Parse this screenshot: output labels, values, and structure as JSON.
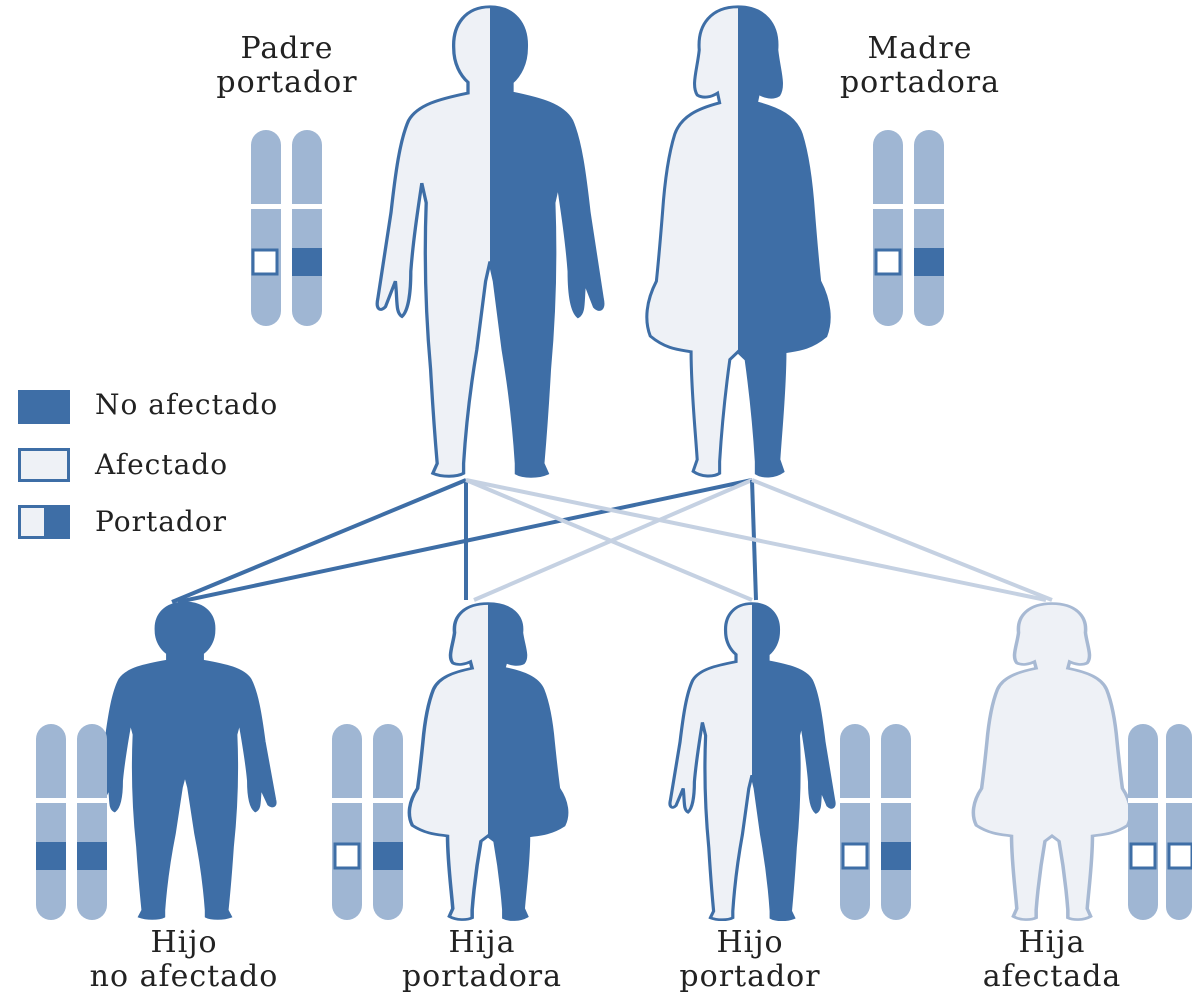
{
  "colors": {
    "unaffected": "#3e6ea6",
    "affected_fill": "#eef1f6",
    "outline": "#3e6ea6",
    "chromosome": "#9fb6d3",
    "line_dark": "#3e6ea6",
    "line_light": "#c5d1e2"
  },
  "parents": {
    "father": {
      "label": [
        "Padre",
        "portador"
      ],
      "status": "carrier"
    },
    "mother": {
      "label": [
        "Madre",
        "portadora"
      ],
      "status": "carrier"
    }
  },
  "legend": [
    {
      "key": "unaffected",
      "label": "No afectado"
    },
    {
      "key": "affected",
      "label": "Afectado"
    },
    {
      "key": "carrier",
      "label": "Portador"
    }
  ],
  "children": [
    {
      "label": [
        "Hijo",
        "no afectado"
      ],
      "sex": "male",
      "status": "unaffected"
    },
    {
      "label": [
        "Hija",
        "portadora"
      ],
      "sex": "female",
      "status": "carrier"
    },
    {
      "label": [
        "Hijo",
        "portador"
      ],
      "sex": "male",
      "status": "carrier"
    },
    {
      "label": [
        "Hija",
        "afectada"
      ],
      "sex": "female",
      "status": "affected"
    }
  ]
}
